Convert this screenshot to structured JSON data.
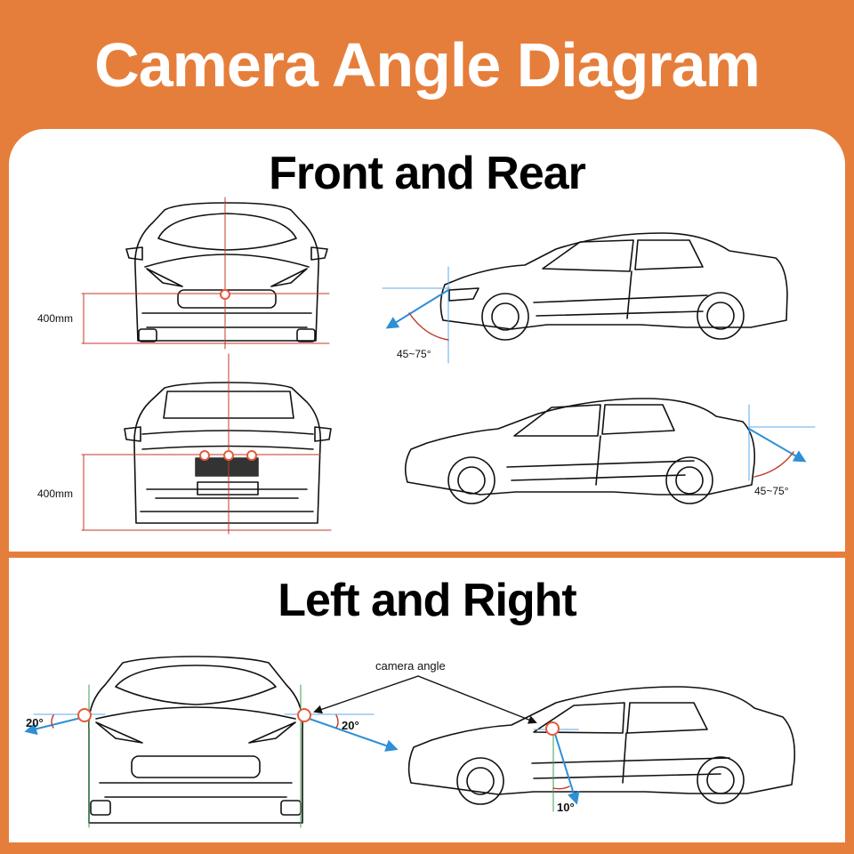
{
  "title": "Camera Angle Diagram",
  "sections": {
    "front_rear": {
      "heading": "Front and Rear"
    },
    "left_right": {
      "heading": "Left and Right"
    }
  },
  "labels": {
    "front_height": "400mm",
    "rear_height": "400mm",
    "front_angle": "45~75°",
    "rear_angle": "45~75°",
    "mirror_left_angle": "20°",
    "mirror_right_angle": "20°",
    "side_angle": "10°",
    "camera_angle": "camera angle"
  },
  "colors": {
    "background": "#E67E3B",
    "panel": "#FFFFFF",
    "guide_red": "#C0392B",
    "guide_blue": "#5DA9E9",
    "guide_green": "#3FA04A",
    "arrow_blue": "#2E8FD6",
    "camera": "#E55A3A"
  }
}
